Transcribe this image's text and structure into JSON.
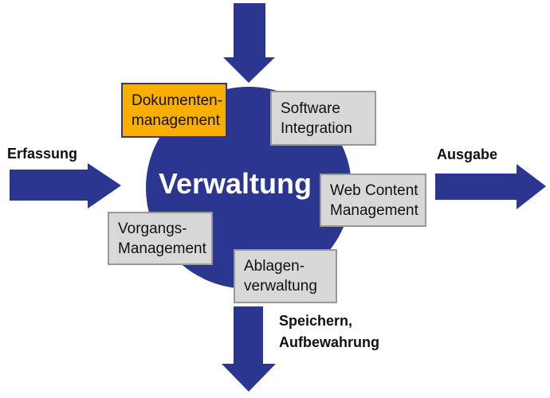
{
  "colors": {
    "navy": "#2B3690",
    "orange": "#F8AF00",
    "box_fill_gray": "#D8D8D8",
    "box_border_gray": "#999999",
    "text_black": "#111111",
    "circle_text": "#FFFFFF",
    "background": "#FFFFFF"
  },
  "center": {
    "label": "Verwaltung"
  },
  "boxes": {
    "dokumenten": {
      "style": "orange",
      "lines": [
        "Dokumenten-",
        "management"
      ]
    },
    "software": {
      "style": "gray",
      "lines": [
        "Software",
        "Integration"
      ]
    },
    "webcontent": {
      "style": "gray",
      "lines": [
        "Web Content",
        "Management"
      ]
    },
    "vorgangs": {
      "style": "gray",
      "lines": [
        "Vorgangs-",
        "Management"
      ]
    },
    "ablagen": {
      "style": "gray",
      "lines": [
        "Ablagen-",
        "verwaltung"
      ]
    }
  },
  "arrow_labels": {
    "input": "Erfassung",
    "output": "Ausgabe",
    "storage_lines": [
      "Speichern,",
      "Aufbewahrung"
    ]
  },
  "arrows": [
    {
      "name": "inflow-top-arrow",
      "direction": "down"
    },
    {
      "name": "erfassung-arrow",
      "direction": "right",
      "label": "Erfassung"
    },
    {
      "name": "ausgabe-arrow",
      "direction": "right",
      "label": "Ausgabe"
    },
    {
      "name": "speichern-arrow",
      "direction": "down",
      "label": "Speichern, Aufbewahrung"
    }
  ]
}
